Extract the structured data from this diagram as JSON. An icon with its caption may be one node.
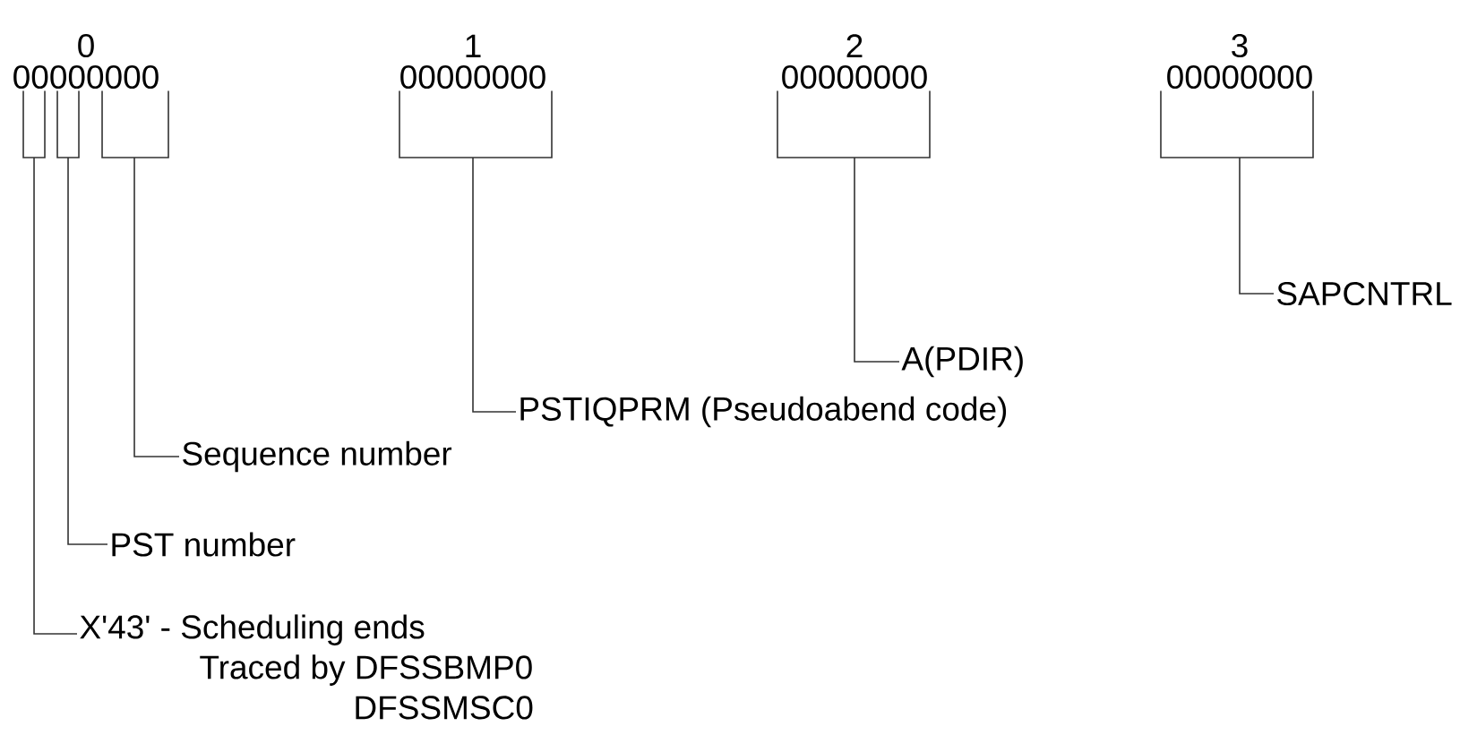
{
  "diagram": {
    "nodes": [
      {
        "text": [
          "00000000"
        ],
        "beside": [
          "0"
        ]
      },
      {
        "text": [
          "00000000"
        ],
        "beside": [
          "1"
        ]
      },
      {
        "text": [
          "00000000"
        ],
        "beside": [
          "2"
        ]
      },
      {
        "text": [
          "00000000"
        ],
        "beside": [
          "3"
        ]
      },
      {
        "text": [
          "SAPCNTRL"
        ]
      },
      {
        "text": [
          "A(PDIR)"
        ]
      },
      {
        "text": [
          "PSTIQPRM (Pseudoabend code)"
        ]
      },
      {
        "text": [
          "Sequence number"
        ]
      },
      {
        "text": [
          "PST number"
        ]
      },
      {
        "text": [
          "X'43' - Scheduling ends",
          "Traced by DFSSBMP0",
          "DFSSMSC0"
        ]
      }
    ],
    "edges": [
      {
        "from": 4,
        "to": 3,
        "arrow": "none"
      },
      {
        "from": 5,
        "to": 2,
        "arrow": "none"
      },
      {
        "from": 6,
        "to": 1,
        "arrow": "none"
      },
      {
        "from": 7,
        "to": 0,
        "arrow": "none"
      },
      {
        "from": 8,
        "to": 0,
        "arrow": "none"
      },
      {
        "from": 9,
        "to": 0,
        "arrow": "none"
      }
    ]
  }
}
